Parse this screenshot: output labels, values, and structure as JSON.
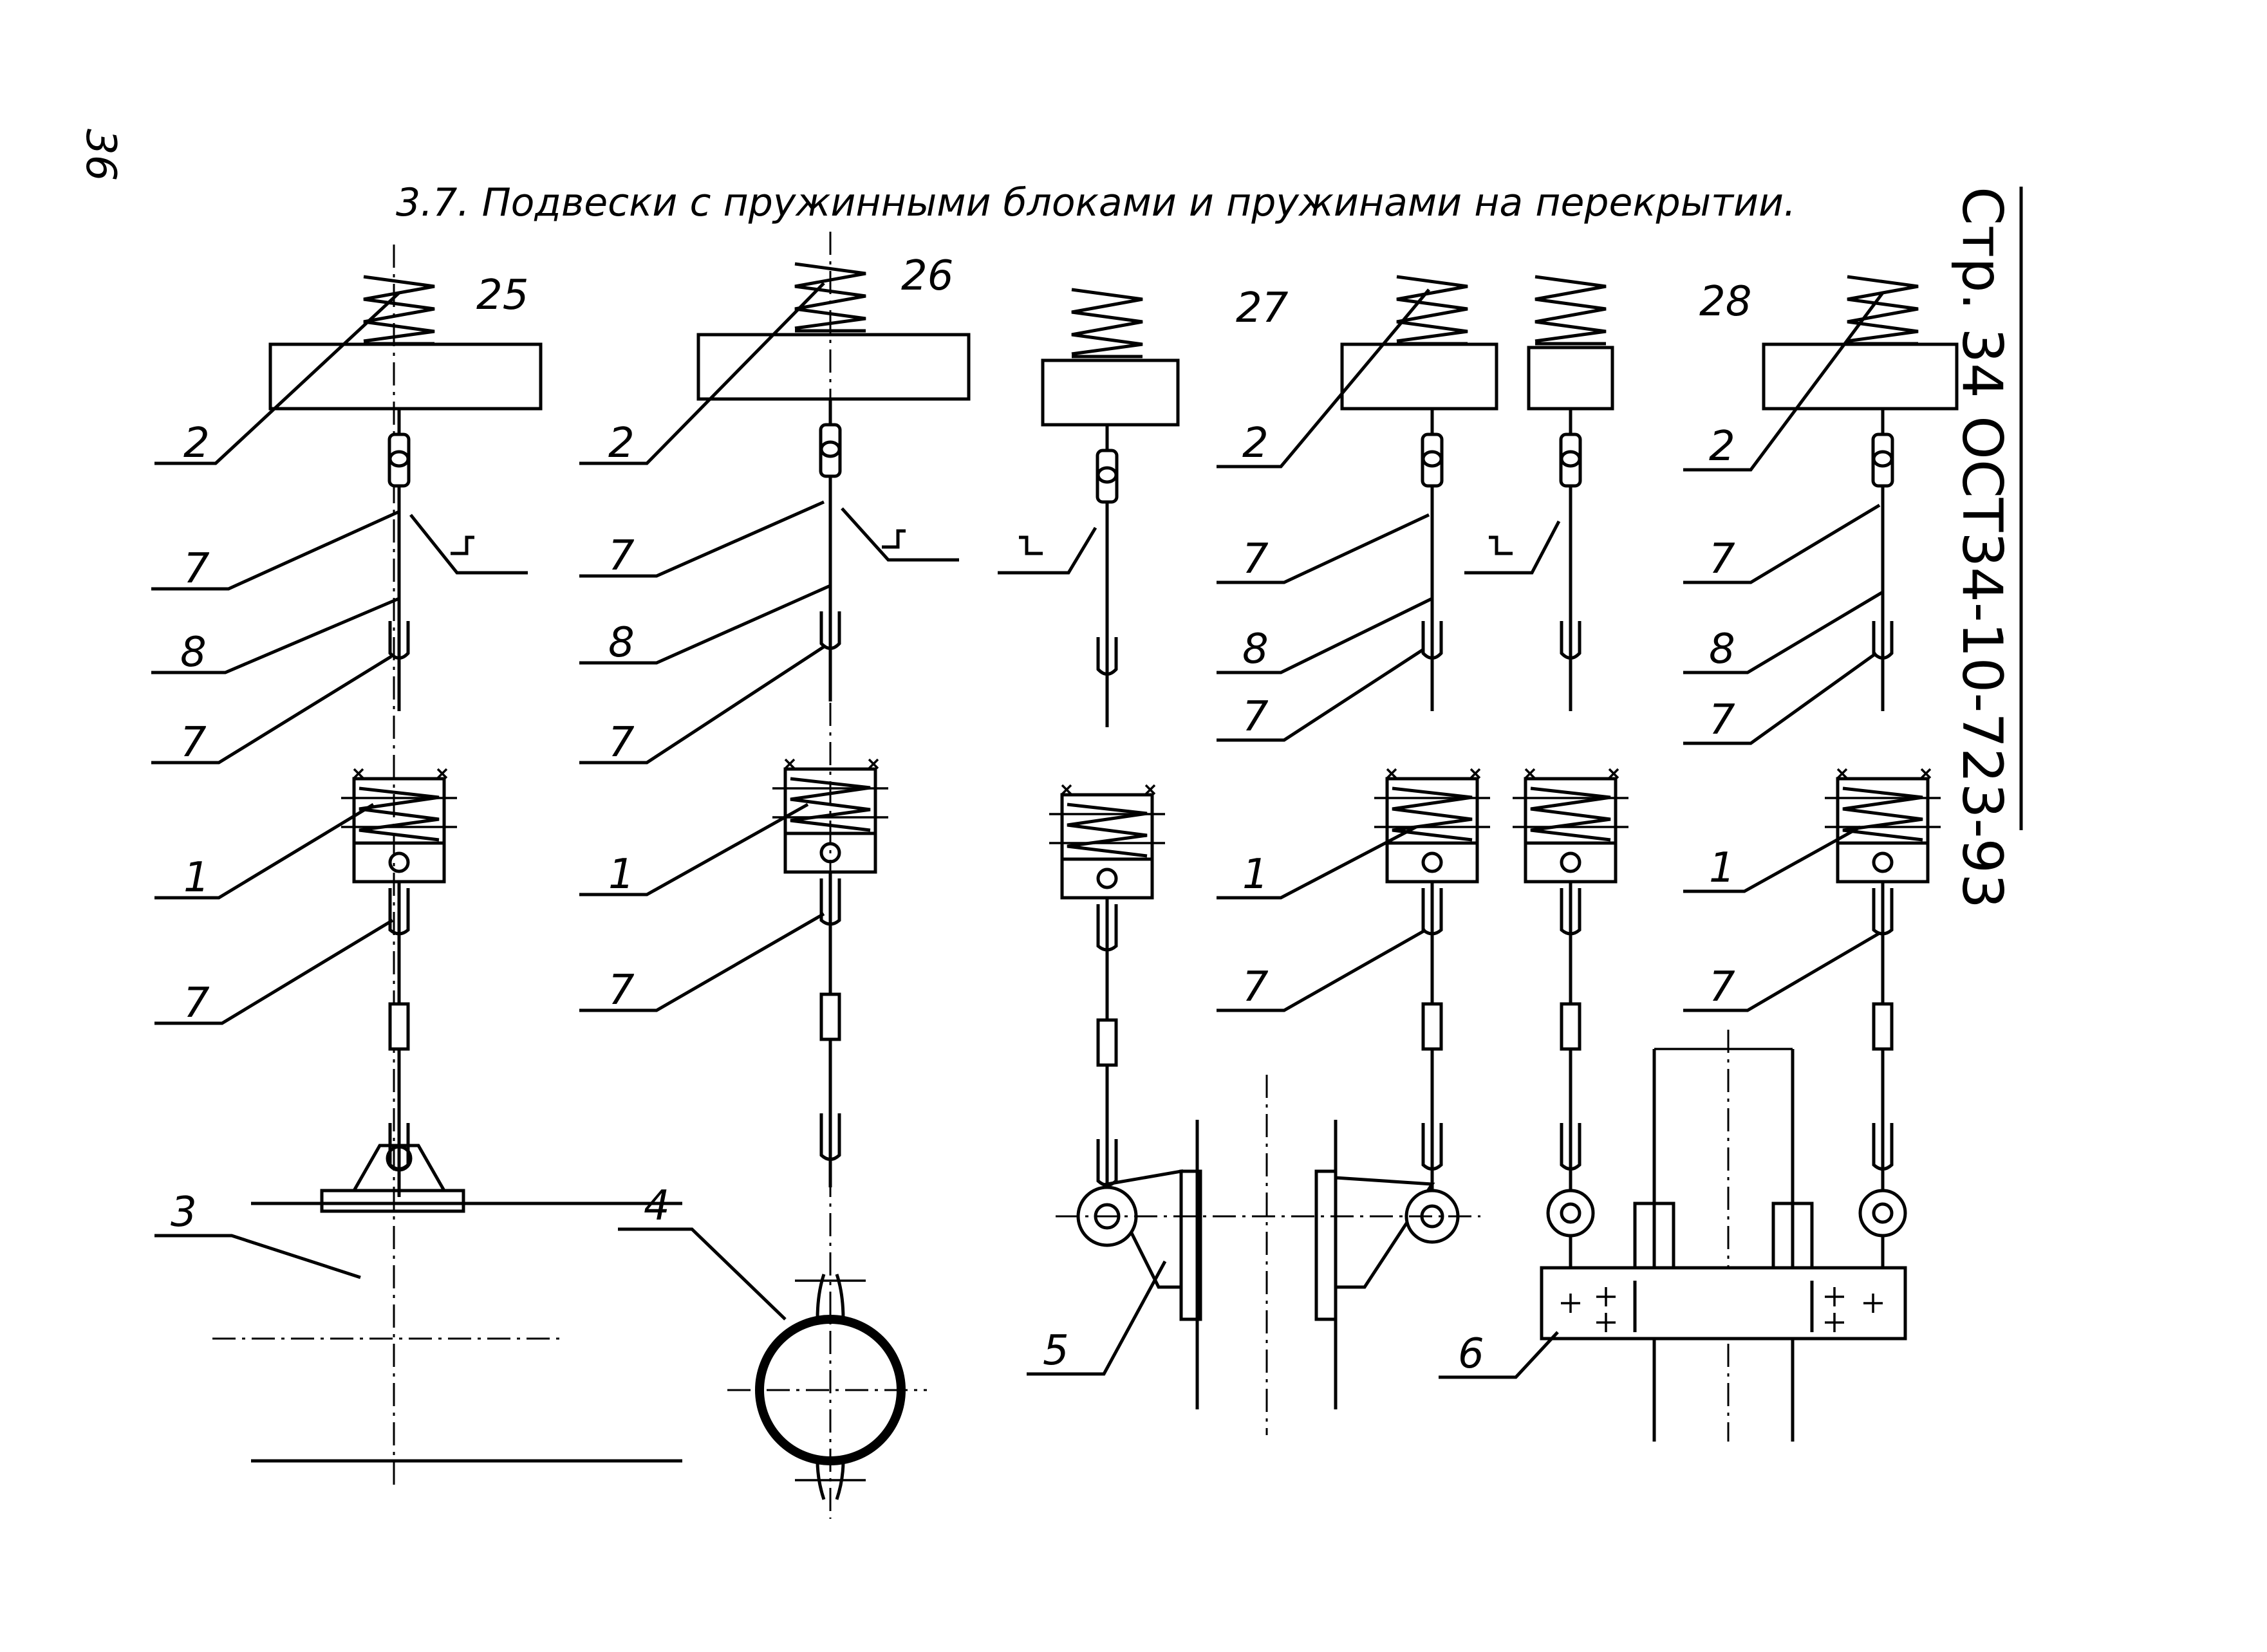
{
  "page": {
    "page_number": "36",
    "title": "3.7. Подвески с  пружинными  блоками и пружинами  на перекрытии.",
    "document_code": "Стр. 34 ОСТ34-10-723-93"
  },
  "figures": [
    {
      "number": "25",
      "labels": [
        "2",
        "7",
        "8",
        "7",
        "1",
        "7",
        "3"
      ]
    },
    {
      "number": "26",
      "labels": [
        "2",
        "7",
        "8",
        "7",
        "1",
        "7",
        "4"
      ]
    },
    {
      "number": "27",
      "labels": [
        "2",
        "7",
        "8",
        "7",
        "1",
        "7",
        "5"
      ]
    },
    {
      "number": "28",
      "labels": [
        "2",
        "7",
        "8",
        "7",
        "1",
        "7",
        "6"
      ]
    }
  ]
}
